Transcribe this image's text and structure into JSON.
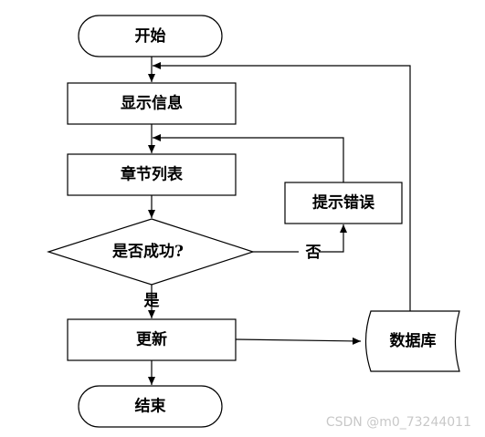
{
  "nodes": {
    "start": "开始",
    "show_info": "显示信息",
    "chapter_list": "章节列表",
    "is_success": "是否成功?",
    "update": "更新",
    "end": "结束",
    "error_prompt": "提示错误",
    "database": "数据库"
  },
  "labels": {
    "yes": "是",
    "no": "否"
  },
  "watermark": "CSDN @m0_73244011",
  "colors": {
    "stroke": "#000000",
    "background": "#ffffff",
    "watermark": "#c8c8c8"
  }
}
